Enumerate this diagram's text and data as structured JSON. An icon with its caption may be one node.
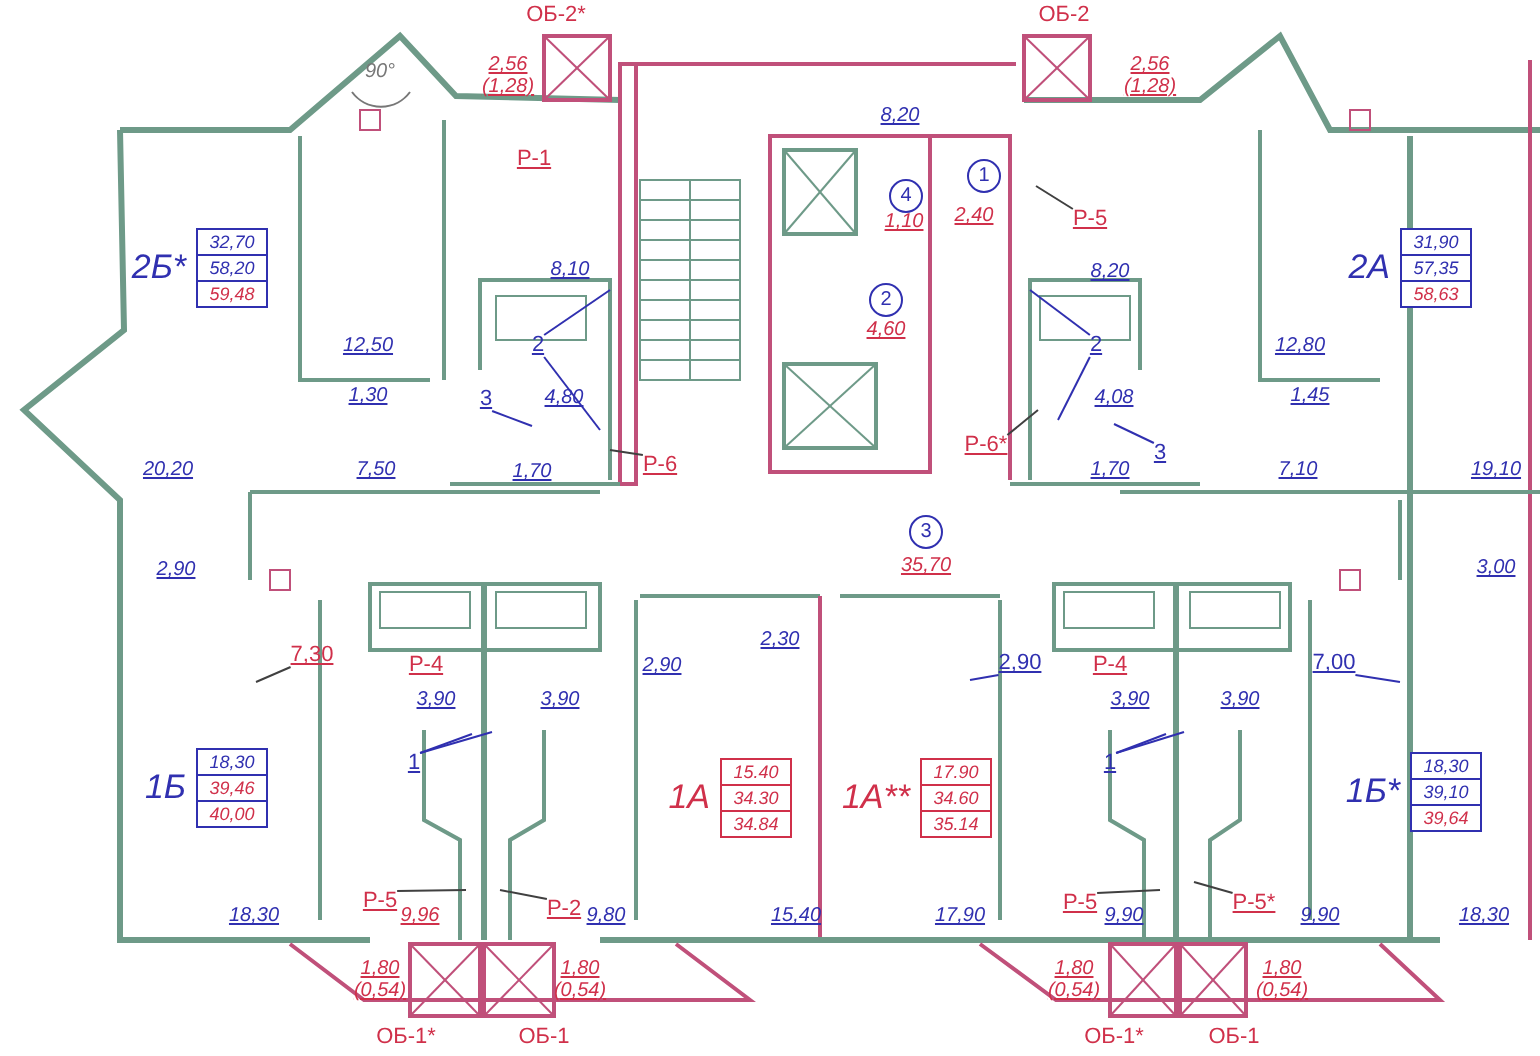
{
  "diagram": {
    "nodes": [
      {
        "text": [
          "32,70",
          "58,20",
          "59,48"
        ],
        "beside": [
          "2Б*"
        ]
      },
      {
        "text": [
          "1"
        ]
      },
      {
        "text": [
          "4"
        ]
      },
      {
        "text": [
          "Р-5"
        ]
      },
      {
        "text": [
          "31,90",
          "57,35",
          "58,63"
        ],
        "beside": [
          "2А"
        ]
      },
      {
        "text": [
          "2"
        ]
      },
      {
        "text": [
          "2"
        ]
      },
      {
        "text": [
          "2"
        ]
      },
      {
        "text": [
          "3"
        ]
      },
      {
        "text": [
          "Р-6*"
        ]
      },
      {
        "text": [
          "3"
        ]
      },
      {
        "text": [
          "Р-6"
        ]
      },
      {
        "text": [
          "3"
        ]
      },
      {
        "text": [
          "7,30"
        ]
      },
      {
        "text": [
          "2,90"
        ]
      },
      {
        "text": [
          "7,00"
        ]
      },
      {
        "text": [
          "1"
        ]
      },
      {
        "text": [
          "1"
        ]
      },
      {
        "text": [
          "18,30",
          "39,46",
          "40,00"
        ],
        "beside": [
          "1Б"
        ]
      },
      {
        "text": [
          "15.40",
          "34.30",
          "34.84"
        ],
        "beside": [
          "1А"
        ]
      },
      {
        "text": [
          "17.90",
          "34.60",
          "35.14"
        ],
        "beside": [
          "1А**"
        ]
      },
      {
        "text": [
          "18,30",
          "39,10",
          "39,64"
        ],
        "beside": [
          "1Б*"
        ]
      },
      {
        "text": [
          "Р-5"
        ]
      },
      {
        "text": [
          "Р-2"
        ]
      },
      {
        "text": [
          "Р-5"
        ]
      },
      {
        "text": [
          "Р-5*"
        ]
      }
    ],
    "edges": [
      {
        "from": 3,
        "to": null,
        "arrow": "none",
        "color": "#404040"
      },
      {
        "from": 6,
        "to": null,
        "arrow": "none"
      },
      {
        "from": 6,
        "to": null,
        "arrow": "none"
      },
      {
        "from": 8,
        "to": null,
        "arrow": "none"
      },
      {
        "from": 7,
        "to": null,
        "arrow": "none"
      },
      {
        "from": 7,
        "to": null,
        "arrow": "none"
      },
      {
        "from": 9,
        "to": null,
        "arrow": "none",
        "color": "#404040"
      },
      {
        "from": 10,
        "to": null,
        "arrow": "none"
      },
      {
        "from": 11,
        "to": null,
        "arrow": "none",
        "color": "#404040"
      },
      {
        "from": 13,
        "to": null,
        "arrow": "none",
        "color": "#404040"
      },
      {
        "from": 14,
        "to": null,
        "arrow": "none"
      },
      {
        "from": 15,
        "to": null,
        "arrow": "none"
      },
      {
        "from": 16,
        "to": null,
        "arrow": "none"
      },
      {
        "from": 16,
        "to": null,
        "arrow": "none"
      },
      {
        "from": 17,
        "to": null,
        "arrow": "none"
      },
      {
        "from": 17,
        "to": null,
        "arrow": "none"
      },
      {
        "from": 22,
        "to": null,
        "arrow": "none",
        "color": "#404040"
      },
      {
        "from": 23,
        "to": null,
        "arrow": "none",
        "color": "#404040"
      },
      {
        "from": 24,
        "to": null,
        "arrow": "none",
        "color": "#404040"
      },
      {
        "from": 25,
        "to": null,
        "arrow": "none",
        "color": "#404040"
      }
    ],
    "labels": [
      "ОБ-2*",
      "ОБ-2",
      "90°",
      "2,56 (1,28)",
      "2,56 (1,28)",
      "8,20",
      "Р-1",
      "1,10",
      "2,40",
      "8,10",
      "4,60",
      "8,20",
      "12,50",
      "12,80",
      "1,30",
      "4,80",
      "4,08",
      "1,45",
      "20,20",
      "7,50",
      "1,70",
      "1,70",
      "7,10",
      "19,10",
      "2,90",
      "35,70",
      "3,00",
      "2,30",
      "Р-4",
      "2,90",
      "Р-4",
      "3,90",
      "3,90",
      "3,90",
      "3,90",
      "18,30",
      "9,96",
      "9,80",
      "15,40",
      "17,90",
      "9,90",
      "9,90",
      "18,30",
      "1,80 (0,54)",
      "1,80 (0,54)",
      "1,80 (0,54)",
      "1,80 (0,54)",
      "ОБ-1*",
      "ОБ-1",
      "ОБ-1*",
      "ОБ-1"
    ]
  }
}
